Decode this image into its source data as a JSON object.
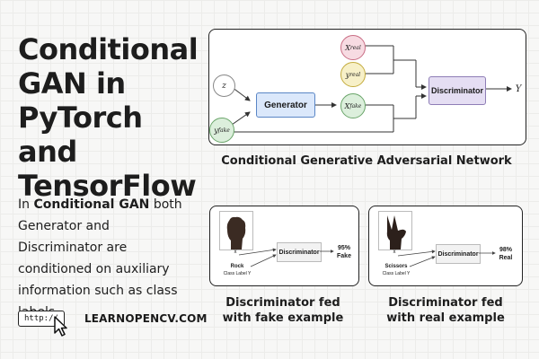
{
  "title": "Conditional GAN in PyTorch and TensorFlow",
  "description": {
    "prefix": "In ",
    "highlight": "Conditional GAN",
    "suffix": " both Generator and Discriminator are conditioned on auxiliary information such as class labels."
  },
  "url_box": "http://",
  "site": "LEARNOPENCV.COM",
  "main_diagram": {
    "caption": "Conditional Generative Adversarial Network",
    "nodes": {
      "z": "z",
      "y_fake": "y_fake",
      "x_real": "X_real",
      "y_real": "y_real",
      "x_fake": "X_fake",
      "output": "Y"
    },
    "generator": "Generator",
    "discriminator": "Discriminator",
    "colors": {
      "generator": "#dbe8fb",
      "discriminator": "#e5def3",
      "x_real": "#f7dbe2",
      "y_real": "#f7f0c8",
      "x_fake": "#dcefdc",
      "y_fake": "#dcefdc"
    }
  },
  "fake_example": {
    "caption": "Discriminator fed with fake example",
    "image_label": "x",
    "class_name": "Rock",
    "class_label": "Class Label Y",
    "discriminator": "Discriminator",
    "percent": "95%",
    "verdict": "Fake"
  },
  "real_example": {
    "caption": "Discriminator fed with real example",
    "image_label": "x",
    "class_name": "Scissors",
    "class_label": "Class Label Y",
    "discriminator": "Discriminator",
    "percent": "98%",
    "verdict": "Real"
  }
}
